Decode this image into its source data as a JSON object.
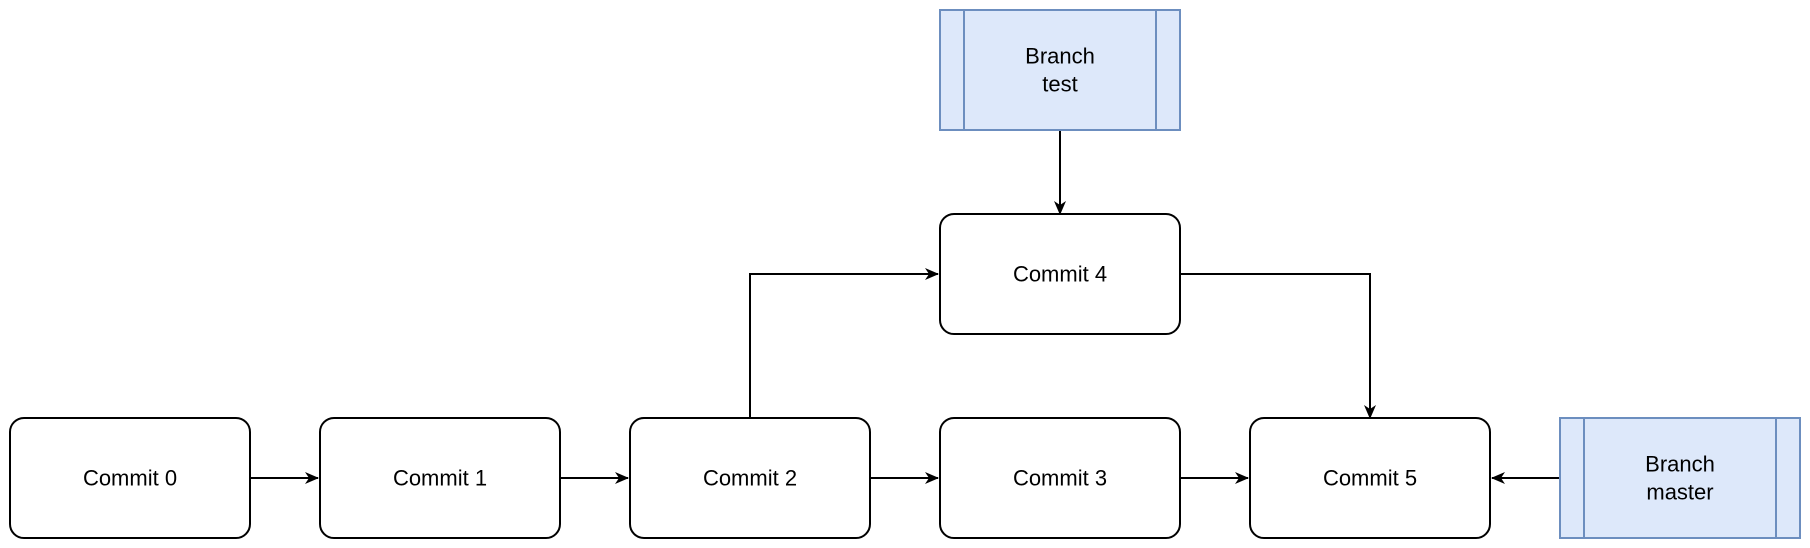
{
  "commits": [
    {
      "id": "c0",
      "label": "Commit 0"
    },
    {
      "id": "c1",
      "label": "Commit 1"
    },
    {
      "id": "c2",
      "label": "Commit 2"
    },
    {
      "id": "c3",
      "label": "Commit 3"
    },
    {
      "id": "c4",
      "label": "Commit 4"
    },
    {
      "id": "c5",
      "label": "Commit 5"
    }
  ],
  "branches": [
    {
      "id": "test",
      "line1": "Branch",
      "line2": "test",
      "points_to": "Commit 4"
    },
    {
      "id": "master",
      "line1": "Branch",
      "line2": "master",
      "points_to": "Commit 5"
    }
  ],
  "edges": [
    {
      "from": "Commit 0",
      "to": "Commit 1"
    },
    {
      "from": "Commit 1",
      "to": "Commit 2"
    },
    {
      "from": "Commit 2",
      "to": "Commit 3"
    },
    {
      "from": "Commit 3",
      "to": "Commit 5"
    },
    {
      "from": "Commit 2",
      "to": "Commit 4"
    },
    {
      "from": "Commit 4",
      "to": "Commit 5"
    },
    {
      "from": "Branch test",
      "to": "Commit 4"
    },
    {
      "from": "Branch master",
      "to": "Commit 5"
    }
  ],
  "colors": {
    "commit_fill": "#ffffff",
    "commit_stroke": "#000000",
    "branch_fill": "#dde8fa",
    "branch_stroke": "#6c8ebf",
    "edge": "#000000"
  }
}
